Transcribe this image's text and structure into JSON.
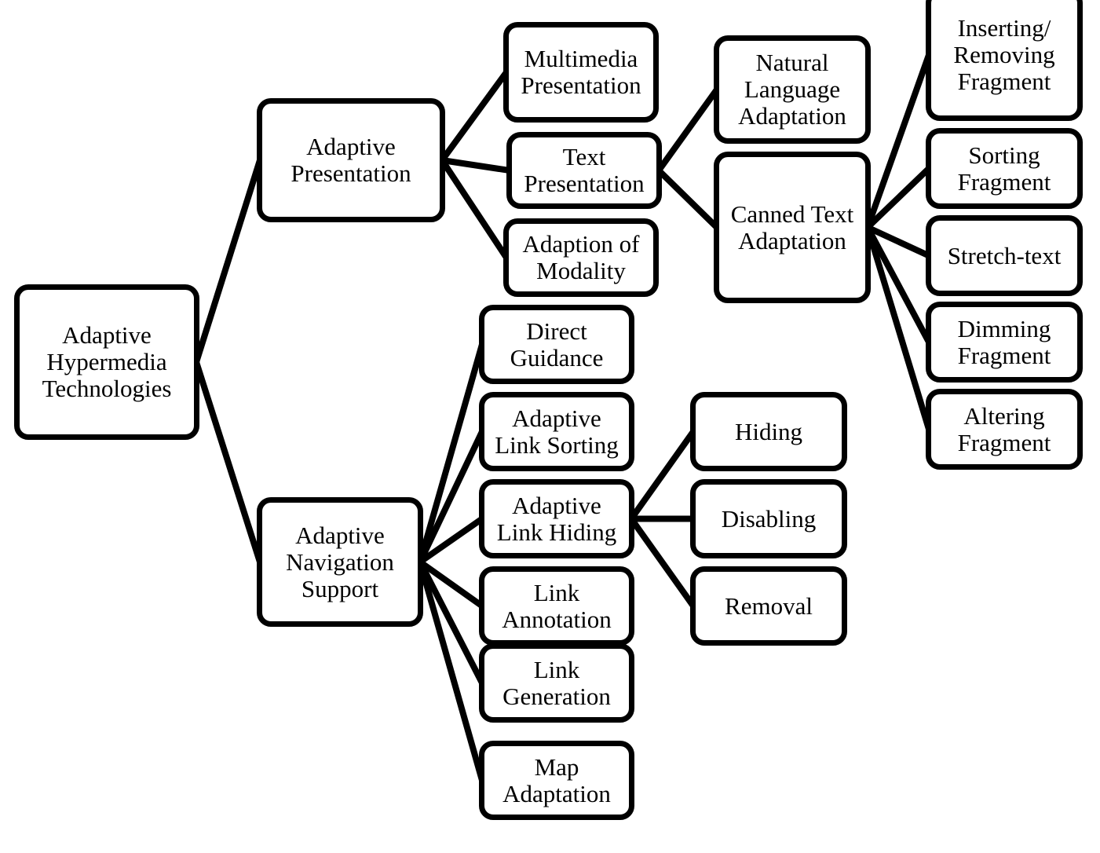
{
  "diagram": {
    "type": "tree",
    "line_color": "#000000",
    "node_border_color": "#000000",
    "background": "#ffffff",
    "nodes": {
      "root": {
        "label": "Adaptive\nHypermedia\nTechnologies"
      },
      "adaptive_presentation": {
        "label": "Adaptive\nPresentation"
      },
      "adaptive_navigation_support": {
        "label": "Adaptive\nNavigation\nSupport"
      },
      "multimedia_presentation": {
        "label": "Multimedia\nPresentation"
      },
      "text_presentation": {
        "label": "Text\nPresentation"
      },
      "adaption_of_modality": {
        "label": "Adaption of\nModality"
      },
      "natural_language_adaptation": {
        "label": "Natural\nLanguage\nAdaptation"
      },
      "canned_text_adaptation": {
        "label": "Canned Text\nAdaptation"
      },
      "inserting_removing_fragment": {
        "label": "Inserting/\nRemoving\nFragment"
      },
      "sorting_fragment": {
        "label": "Sorting\nFragment"
      },
      "stretch_text": {
        "label": "Stretch-text"
      },
      "dimming_fragment": {
        "label": "Dimming\nFragment"
      },
      "altering_fragment": {
        "label": "Altering\nFragment"
      },
      "direct_guidance": {
        "label": "Direct\nGuidance"
      },
      "adaptive_link_sorting": {
        "label": "Adaptive\nLink Sorting"
      },
      "adaptive_link_hiding": {
        "label": "Adaptive\nLink Hiding"
      },
      "link_annotation": {
        "label": "Link\nAnnotation"
      },
      "link_generation": {
        "label": "Link\nGeneration"
      },
      "map_adaptation": {
        "label": "Map\nAdaptation"
      },
      "hiding": {
        "label": "Hiding"
      },
      "disabling": {
        "label": "Disabling"
      },
      "removal": {
        "label": "Removal"
      }
    },
    "edges": [
      [
        "root",
        "adaptive_presentation"
      ],
      [
        "root",
        "adaptive_navigation_support"
      ],
      [
        "adaptive_presentation",
        "multimedia_presentation"
      ],
      [
        "adaptive_presentation",
        "text_presentation"
      ],
      [
        "adaptive_presentation",
        "adaption_of_modality"
      ],
      [
        "text_presentation",
        "natural_language_adaptation"
      ],
      [
        "text_presentation",
        "canned_text_adaptation"
      ],
      [
        "canned_text_adaptation",
        "inserting_removing_fragment"
      ],
      [
        "canned_text_adaptation",
        "sorting_fragment"
      ],
      [
        "canned_text_adaptation",
        "stretch_text"
      ],
      [
        "canned_text_adaptation",
        "dimming_fragment"
      ],
      [
        "canned_text_adaptation",
        "altering_fragment"
      ],
      [
        "adaptive_navigation_support",
        "direct_guidance"
      ],
      [
        "adaptive_navigation_support",
        "adaptive_link_sorting"
      ],
      [
        "adaptive_navigation_support",
        "adaptive_link_hiding"
      ],
      [
        "adaptive_navigation_support",
        "link_annotation"
      ],
      [
        "adaptive_navigation_support",
        "link_generation"
      ],
      [
        "adaptive_navigation_support",
        "map_adaptation"
      ],
      [
        "adaptive_link_hiding",
        "hiding"
      ],
      [
        "adaptive_link_hiding",
        "disabling"
      ],
      [
        "adaptive_link_hiding",
        "removal"
      ]
    ]
  }
}
